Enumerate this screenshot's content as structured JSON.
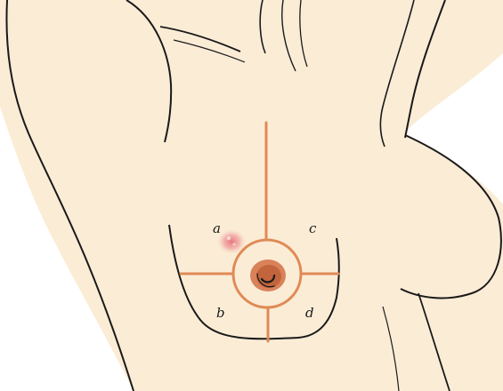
{
  "diagram": {
    "colors": {
      "skin": "#fbecd6",
      "outline": "#1a1a1a",
      "grid": "#e08a55",
      "areola": "#d9825a",
      "nipple": "#c2643c",
      "lesion": "#f0a3a0"
    },
    "quadrant_labels": {
      "upper_left": "a",
      "lower_left": "b",
      "upper_right": "c",
      "lower_right": "d"
    },
    "icons": {
      "lesion": "lesion-spot-icon",
      "nipple": "nipple-icon"
    }
  }
}
